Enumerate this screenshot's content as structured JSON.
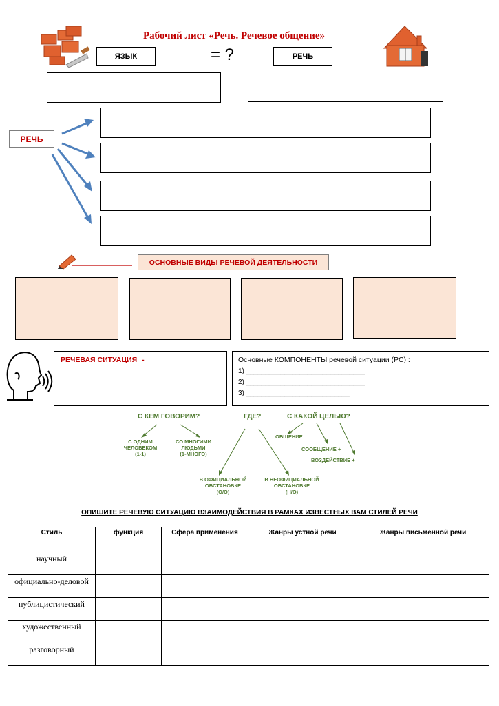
{
  "header": {
    "title": "Рабочий лист «Речь. Речевое общение»",
    "language_label": "ЯЗЫК",
    "equals": "= ?",
    "speech_label": "РЕЧЬ"
  },
  "speech_diagram": {
    "label": "РЕЧЬ",
    "answer_boxes": 4
  },
  "activity": {
    "banner": "ОСНОВНЫЕ ВИДЫ РЕЧЕВОЙ ДЕЯТЕЛЬНОСТИ",
    "boxes": 4
  },
  "situation": {
    "label": "РЕЧЕВАЯ СИТУАЦИЯ",
    "dash": "-",
    "components_title": "Основные КОМПОНЕНТЫ речевой ситуации (РС) :",
    "components": [
      "1) _______________________________",
      "2) _______________________________",
      "3) ___________________________"
    ]
  },
  "scheme": {
    "q_who": "С КЕМ ГОВОРИМ?",
    "q_where": "ГДЕ?",
    "q_purpose": "С КАКОЙ  ЦЕЛЬЮ?",
    "one_person": [
      "С ОДНИМ",
      "ЧЕЛОВЕКОМ",
      "(1-1)"
    ],
    "many_people": [
      "СО МНОГИМИ",
      "ЛЮДЬМИ",
      "(1-МНОГО)"
    ],
    "official": [
      "В ОФИЦИАЛЬНОЙ",
      "ОБСТАНОВКЕ",
      "(О/О)"
    ],
    "unofficial": [
      "В НЕОФИЦИАЛЬНОЙ",
      "ОБСТАНОВКЕ",
      "(Н/О)"
    ],
    "communication": "ОБЩЕНИЕ",
    "message": "СООБЩЕНИЕ +",
    "influence": "ВОЗДЕЙСТВИЕ +"
  },
  "table": {
    "heading": "ОПИШИТЕ РЕЧЕВУЮ СИТУАЦИЮ ВЗАИМОДЕЙСТВИЯ В РАМКАХ ИЗВЕСТНЫХ ВАМ СТИЛЕЙ РЕЧИ",
    "columns": [
      "Стиль",
      "функция",
      "Сфера применения",
      "Жанры устной речи",
      "Жанры письменной речи"
    ],
    "rows": [
      "научный",
      "официально-деловой",
      "публицистический",
      "художественный",
      "разговорный"
    ]
  },
  "colors": {
    "title_red": "#c00000",
    "peach": "#fbe5d6",
    "arrow_blue": "#4f81bd",
    "scheme_green": "#4f7a30",
    "brick": "#e0612f"
  },
  "icons": [
    "bricks-icon",
    "house-icon",
    "pencil-icon",
    "speaking-head-icon"
  ]
}
